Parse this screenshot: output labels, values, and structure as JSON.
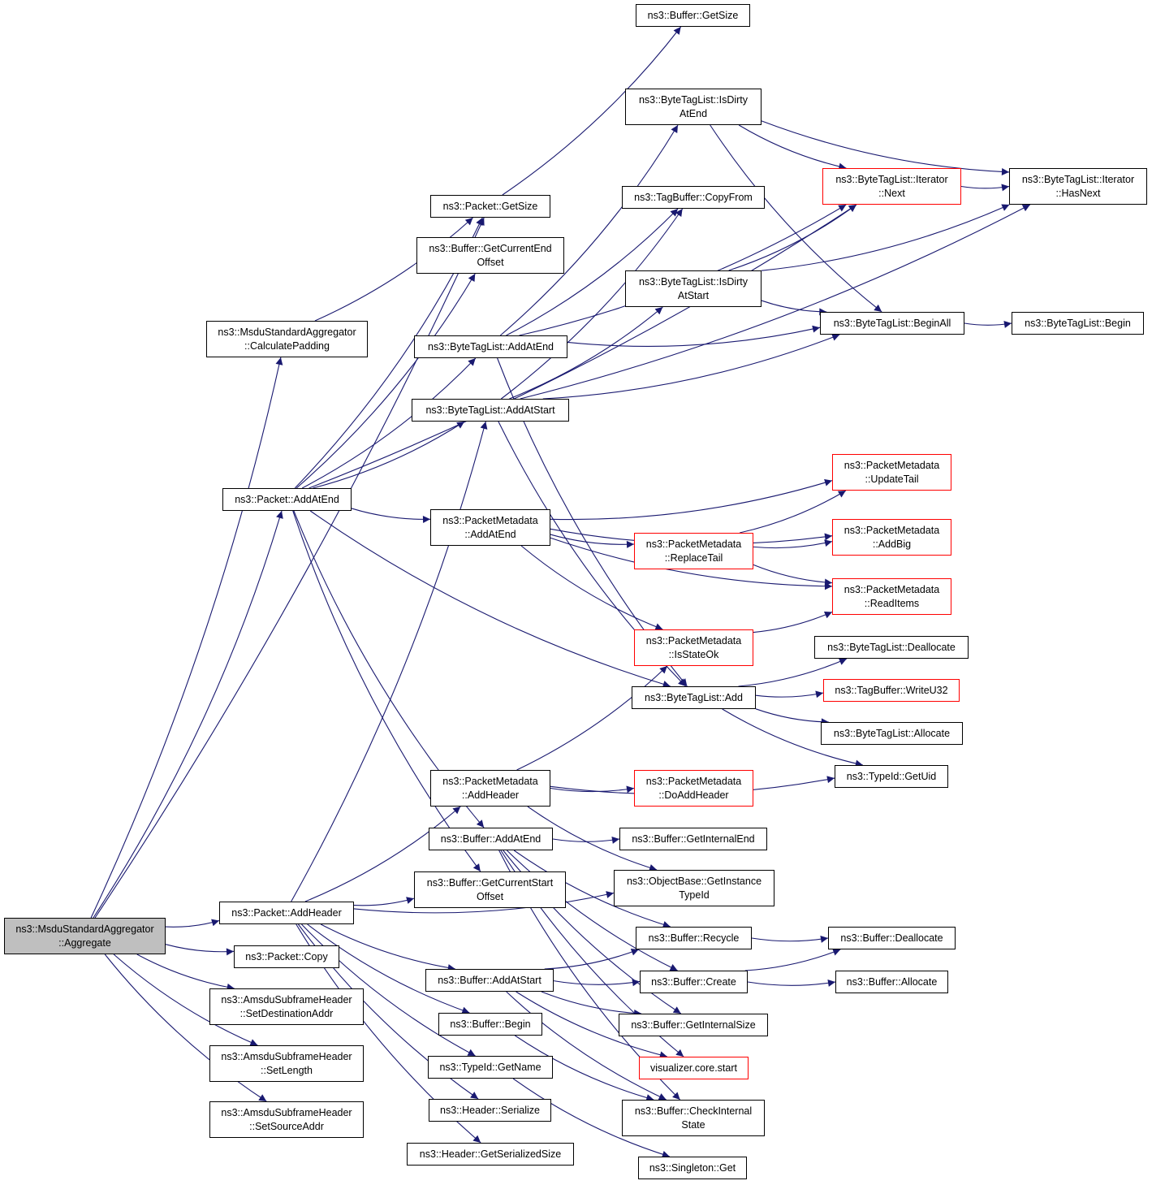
{
  "colors": {
    "edge": "#191970",
    "node_border": "#000000",
    "red_border": "#ff0000",
    "root_fill": "#bfbfbf"
  },
  "nodes": {
    "aggregate": {
      "line1": "ns3::MsduStandardAggregator",
      "line2": "::Aggregate"
    },
    "calculate_padding": {
      "line1": "ns3::MsduStandardAggregator",
      "line2": "::CalculatePadding"
    },
    "packet_addatend": {
      "line1": "ns3::Packet::AddAtEnd"
    },
    "packet_addheader": {
      "line1": "ns3::Packet::AddHeader"
    },
    "packet_copy": {
      "line1": "ns3::Packet::Copy"
    },
    "set_dest": {
      "line1": "ns3::AmsduSubframeHeader",
      "line2": "::SetDestinationAddr"
    },
    "set_length": {
      "line1": "ns3::AmsduSubframeHeader",
      "line2": "::SetLength"
    },
    "set_source": {
      "line1": "ns3::AmsduSubframeHeader",
      "line2": "::SetSourceAddr"
    },
    "packet_getsize": {
      "line1": "ns3::Packet::GetSize"
    },
    "buf_getcurrentendoffset": {
      "line1": "ns3::Buffer::GetCurrentEnd",
      "line2": "Offset"
    },
    "btl_addatend": {
      "line1": "ns3::ByteTagList::AddAtEnd"
    },
    "btl_addatstart": {
      "line1": "ns3::ByteTagList::AddAtStart"
    },
    "pm_addatend": {
      "line1": "ns3::PacketMetadata",
      "line2": "::AddAtEnd"
    },
    "pm_addheader": {
      "line1": "ns3::PacketMetadata",
      "line2": "::AddHeader"
    },
    "buf_addatend": {
      "line1": "ns3::Buffer::AddAtEnd"
    },
    "buf_getcurrentstartoffset": {
      "line1": "ns3::Buffer::GetCurrentStart",
      "line2": "Offset"
    },
    "buf_addatstart": {
      "line1": "ns3::Buffer::AddAtStart"
    },
    "buf_begin": {
      "line1": "ns3::Buffer::Begin"
    },
    "typeid_getname": {
      "line1": "ns3::TypeId::GetName"
    },
    "header_serialize": {
      "line1": "ns3::Header::Serialize"
    },
    "header_getserializedsize": {
      "line1": "ns3::Header::GetSerializedSize"
    },
    "buf_getsize": {
      "line1": "ns3::Buffer::GetSize"
    },
    "btl_isdirtyatend": {
      "line1": "ns3::ByteTagList::IsDirty",
      "line2": "AtEnd"
    },
    "tagbuffer_copyfrom": {
      "line1": "ns3::TagBuffer::CopyFrom"
    },
    "btl_isdirtyatstart": {
      "line1": "ns3::ByteTagList::IsDirty",
      "line2": "AtStart"
    },
    "pm_replacetail": {
      "line1": "ns3::PacketMetadata",
      "line2": "::ReplaceTail"
    },
    "pm_isstateok": {
      "line1": "ns3::PacketMetadata",
      "line2": "::IsStateOk"
    },
    "btl_add": {
      "line1": "ns3::ByteTagList::Add"
    },
    "pm_doaddheader": {
      "line1": "ns3::PacketMetadata",
      "line2": "::DoAddHeader"
    },
    "buf_getinternalend": {
      "line1": "ns3::Buffer::GetInternalEnd"
    },
    "objectbase_getinstancetypeid": {
      "line1": "ns3::ObjectBase::GetInstance",
      "line2": "TypeId"
    },
    "buf_recycle": {
      "line1": "ns3::Buffer::Recycle"
    },
    "buf_create": {
      "line1": "ns3::Buffer::Create"
    },
    "buf_getinternalsize": {
      "line1": "ns3::Buffer::GetInternalSize"
    },
    "visualizer_core_start": {
      "line1": "visualizer.core.start"
    },
    "buf_checkinternalstate": {
      "line1": "ns3::Buffer::CheckInternal",
      "line2": "State"
    },
    "singleton_get": {
      "line1": "ns3::Singleton::Get"
    },
    "btl_iterator_next": {
      "line1": "ns3::ByteTagList::Iterator",
      "line2": "::Next"
    },
    "btl_beginall": {
      "line1": "ns3::ByteTagList::BeginAll"
    },
    "pm_updatetail": {
      "line1": "ns3::PacketMetadata",
      "line2": "::UpdateTail"
    },
    "pm_addbig": {
      "line1": "ns3::PacketMetadata",
      "line2": "::AddBig"
    },
    "pm_readitems": {
      "line1": "ns3::PacketMetadata",
      "line2": "::ReadItems"
    },
    "btl_deallocate": {
      "line1": "ns3::ByteTagList::Deallocate"
    },
    "tagbuffer_writeu32": {
      "line1": "ns3::TagBuffer::WriteU32"
    },
    "btl_allocate": {
      "line1": "ns3::ByteTagList::Allocate"
    },
    "typeid_getuid": {
      "line1": "ns3::TypeId::GetUid"
    },
    "buf_deallocate": {
      "line1": "ns3::Buffer::Deallocate"
    },
    "buf_allocate": {
      "line1": "ns3::Buffer::Allocate"
    },
    "btl_iterator_hasnext": {
      "line1": "ns3::ByteTagList::Iterator",
      "line2": "::HasNext"
    },
    "btl_begin": {
      "line1": "ns3::ByteTagList::Begin"
    }
  },
  "edges": [
    [
      "aggregate",
      "packet_getsize"
    ],
    [
      "aggregate",
      "calculate_padding"
    ],
    [
      "aggregate",
      "packet_addatend"
    ],
    [
      "aggregate",
      "packet_addheader"
    ],
    [
      "aggregate",
      "packet_copy"
    ],
    [
      "aggregate",
      "set_dest"
    ],
    [
      "aggregate",
      "set_length"
    ],
    [
      "aggregate",
      "set_source"
    ],
    [
      "calculate_padding",
      "packet_getsize"
    ],
    [
      "packet_addatend",
      "packet_getsize"
    ],
    [
      "packet_addatend",
      "buf_getcurrentendoffset"
    ],
    [
      "packet_addatend",
      "btl_addatend"
    ],
    [
      "packet_addatend",
      "btl_addatstart"
    ],
    [
      "packet_addatend",
      "pm_addatend"
    ],
    [
      "packet_addatend",
      "btl_add"
    ],
    [
      "packet_addatend",
      "buf_addatend"
    ],
    [
      "packet_addatend",
      "buf_getcurrentstartoffset"
    ],
    [
      "packet_addatend",
      "btl_iterator_next"
    ],
    [
      "packet_addheader",
      "btl_addatstart"
    ],
    [
      "packet_addheader",
      "pm_addheader"
    ],
    [
      "packet_addheader",
      "buf_getcurrentstartoffset"
    ],
    [
      "packet_addheader",
      "objectbase_getinstancetypeid"
    ],
    [
      "packet_addheader",
      "buf_addatstart"
    ],
    [
      "packet_addheader",
      "buf_begin"
    ],
    [
      "packet_addheader",
      "typeid_getname"
    ],
    [
      "packet_addheader",
      "header_serialize"
    ],
    [
      "packet_addheader",
      "header_getserializedsize"
    ],
    [
      "packet_getsize",
      "buf_getsize"
    ],
    [
      "btl_addatend",
      "btl_isdirtyatend"
    ],
    [
      "btl_addatend",
      "tagbuffer_copyfrom"
    ],
    [
      "btl_addatend",
      "btl_beginall"
    ],
    [
      "btl_addatend",
      "btl_iterator_next"
    ],
    [
      "btl_addatend",
      "btl_add"
    ],
    [
      "btl_addatstart",
      "btl_isdirtyatstart"
    ],
    [
      "btl_addatstart",
      "tagbuffer_copyfrom"
    ],
    [
      "btl_addatstart",
      "btl_beginall"
    ],
    [
      "btl_addatstart",
      "btl_iterator_hasnext"
    ],
    [
      "btl_addatstart",
      "btl_add"
    ],
    [
      "btl_isdirtyatend",
      "btl_iterator_next"
    ],
    [
      "btl_isdirtyatend",
      "btl_iterator_hasnext"
    ],
    [
      "btl_isdirtyatend",
      "btl_beginall"
    ],
    [
      "btl_isdirtyatstart",
      "btl_iterator_next"
    ],
    [
      "btl_isdirtyatstart",
      "btl_iterator_hasnext"
    ],
    [
      "btl_isdirtyatstart",
      "btl_beginall"
    ],
    [
      "btl_iterator_next",
      "btl_iterator_hasnext"
    ],
    [
      "btl_beginall",
      "btl_begin"
    ],
    [
      "pm_addatend",
      "pm_updatetail"
    ],
    [
      "pm_addatend",
      "pm_addbig"
    ],
    [
      "pm_addatend",
      "pm_replacetail"
    ],
    [
      "pm_addatend",
      "pm_readitems"
    ],
    [
      "pm_addatend",
      "pm_isstateok"
    ],
    [
      "pm_replacetail",
      "pm_updatetail"
    ],
    [
      "pm_replacetail",
      "pm_addbig"
    ],
    [
      "pm_replacetail",
      "pm_readitems"
    ],
    [
      "pm_isstateok",
      "pm_readitems"
    ],
    [
      "btl_add",
      "btl_deallocate"
    ],
    [
      "btl_add",
      "tagbuffer_writeu32"
    ],
    [
      "btl_add",
      "btl_allocate"
    ],
    [
      "btl_add",
      "typeid_getuid"
    ],
    [
      "pm_addheader",
      "pm_isstateok"
    ],
    [
      "pm_addheader",
      "typeid_getuid"
    ],
    [
      "pm_addheader",
      "pm_doaddheader"
    ],
    [
      "pm_addheader",
      "objectbase_getinstancetypeid"
    ],
    [
      "buf_addatend",
      "buf_getinternalend"
    ],
    [
      "buf_addatend",
      "buf_recycle"
    ],
    [
      "buf_addatend",
      "buf_create"
    ],
    [
      "buf_addatend",
      "buf_getinternalsize"
    ],
    [
      "buf_addatend",
      "visualizer_core_start"
    ],
    [
      "buf_addatend",
      "buf_checkinternalstate"
    ],
    [
      "buf_addatstart",
      "buf_recycle"
    ],
    [
      "buf_addatstart",
      "buf_create"
    ],
    [
      "buf_addatstart",
      "buf_getinternalsize"
    ],
    [
      "buf_addatstart",
      "visualizer_core_start"
    ],
    [
      "buf_addatstart",
      "buf_checkinternalstate"
    ],
    [
      "buf_begin",
      "buf_checkinternalstate"
    ],
    [
      "typeid_getname",
      "singleton_get"
    ],
    [
      "buf_recycle",
      "buf_deallocate"
    ],
    [
      "buf_create",
      "buf_deallocate"
    ],
    [
      "buf_create",
      "buf_allocate"
    ]
  ]
}
